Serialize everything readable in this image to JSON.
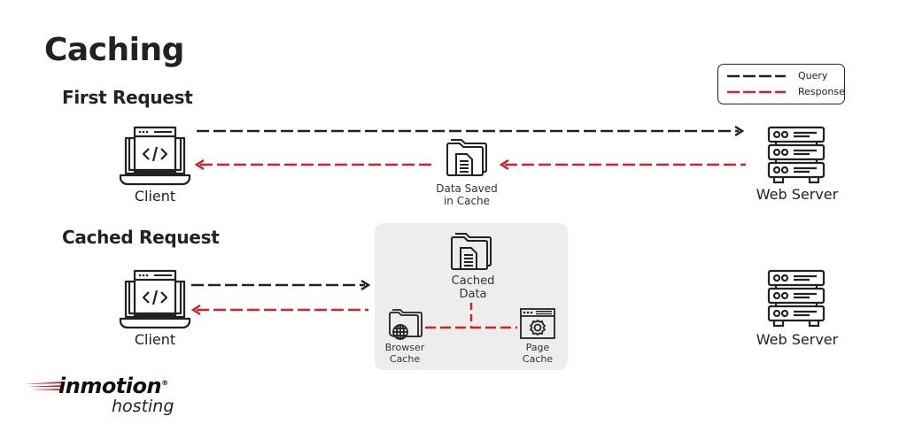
{
  "title": "Caching",
  "legend": {
    "items": [
      {
        "label": "Query",
        "color": "#222222",
        "style": "dashed"
      },
      {
        "label": "Response",
        "color": "#d0222c",
        "style": "dashed"
      }
    ]
  },
  "first_request": {
    "heading": "First Request",
    "client_label": "Client",
    "server_label": "Web Server",
    "cache_label_line1": "Data Saved",
    "cache_label_line2": "in Cache",
    "flows": [
      {
        "from": "Client",
        "to": "Web Server",
        "type": "Query"
      },
      {
        "from": "Web Server",
        "to": "Data Saved in Cache",
        "type": "Response"
      },
      {
        "from": "Data Saved in Cache",
        "to": "Client",
        "type": "Response"
      }
    ]
  },
  "cached_request": {
    "heading": "Cached Request",
    "client_label": "Client",
    "server_label": "Web Server",
    "cached_data_line1": "Cached",
    "cached_data_line2": "Data",
    "browser_cache_line1": "Browser",
    "browser_cache_line2": "Cache",
    "page_cache_line1": "Page",
    "page_cache_line2": "Cache",
    "flows": [
      {
        "from": "Client",
        "to": "Cached Data",
        "type": "Query"
      },
      {
        "from": "Cached Data",
        "to": "Client",
        "type": "Response"
      }
    ]
  },
  "brand": {
    "name": "inmotion",
    "sub": "hosting",
    "registered": "®",
    "accent": "#d0222c"
  },
  "colors": {
    "query": "#222222",
    "response": "#d0222c",
    "cache_panel": "#ededed"
  }
}
